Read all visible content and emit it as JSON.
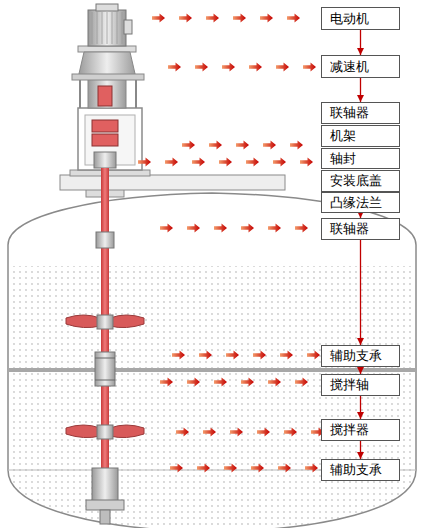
{
  "diagram": {
    "nodes": [
      {
        "text": [
          "电动机"
        ]
      },
      {
        "text": [
          "减速机"
        ]
      },
      {
        "text": [
          "联轴器"
        ]
      },
      {
        "text": [
          "机架"
        ]
      },
      {
        "text": [
          "轴封"
        ]
      },
      {
        "text": [
          "安装底盖"
        ]
      },
      {
        "text": [
          "凸缘法兰"
        ]
      },
      {
        "text": [
          "联轴器"
        ]
      },
      {
        "text": [
          "辅助支承"
        ]
      },
      {
        "text": [
          "搅拌轴"
        ]
      },
      {
        "text": [
          "搅拌器"
        ]
      },
      {
        "text": [
          "辅助支承"
        ]
      }
    ],
    "edges": [
      {
        "from": 0,
        "to": 1,
        "arrow": "to"
      },
      {
        "from": 1,
        "to": 2,
        "arrow": "to"
      },
      {
        "from": 6,
        "to": 7,
        "arrow": "to"
      },
      {
        "from": 7,
        "to": 8,
        "arrow": "to"
      },
      {
        "from": 8,
        "to": 9,
        "arrow": "to"
      },
      {
        "from": 9,
        "to": 10,
        "arrow": "to"
      },
      {
        "from": 10,
        "to": 11,
        "arrow": "to"
      }
    ]
  }
}
